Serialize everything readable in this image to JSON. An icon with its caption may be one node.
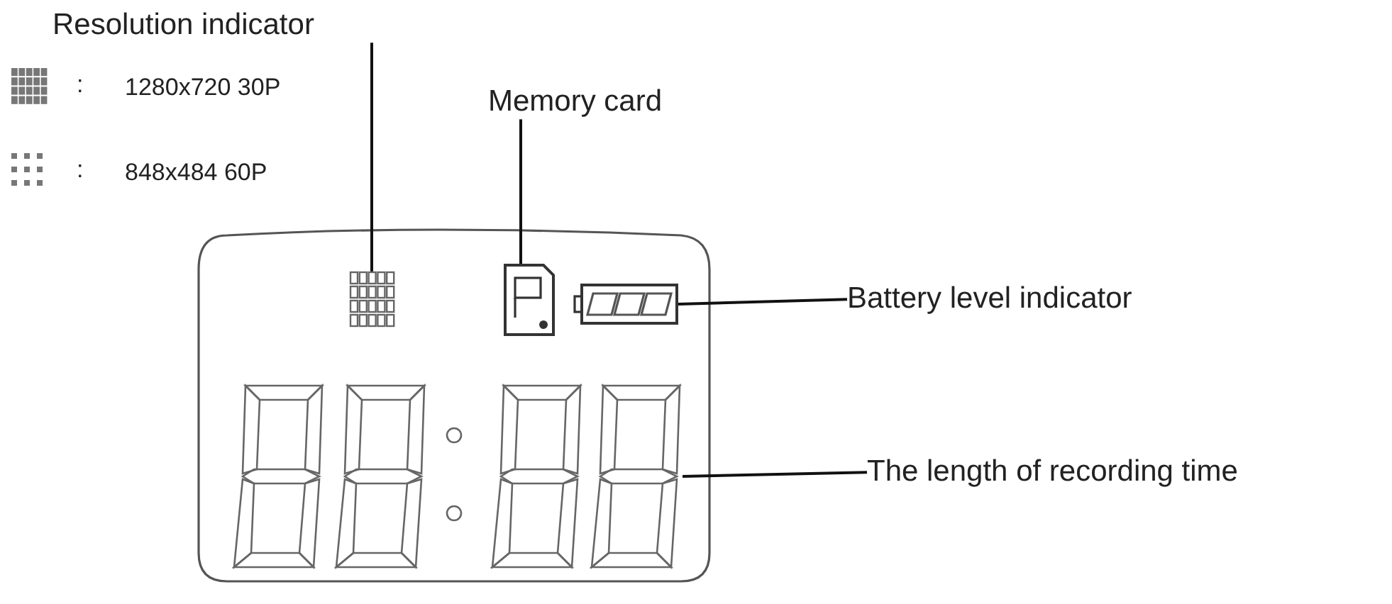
{
  "diagram": {
    "nodes": [
      {
        "text": [
          "Resolution indicator"
        ]
      },
      {
        "text": [],
        "shape": "grid"
      },
      {
        "text": [
          "Memory card"
        ]
      },
      {
        "text": [],
        "shape": "card"
      },
      {
        "text": [
          "Battery level indicator"
        ]
      },
      {
        "text": [],
        "shape": "battery"
      },
      {
        "text": [
          "The length of recording time"
        ]
      },
      {
        "text": [],
        "shape": "digits"
      }
    ],
    "edges": [
      {
        "from": 0,
        "to": 1,
        "arrow": "none"
      },
      {
        "from": 2,
        "to": 3,
        "arrow": "none"
      },
      {
        "from": 4,
        "to": 5,
        "arrow": "none"
      },
      {
        "from": 6,
        "to": 7,
        "arrow": "none"
      }
    ],
    "labels": [
      ":",
      "1280x720 30P",
      ":",
      "848x484 60P"
    ]
  }
}
